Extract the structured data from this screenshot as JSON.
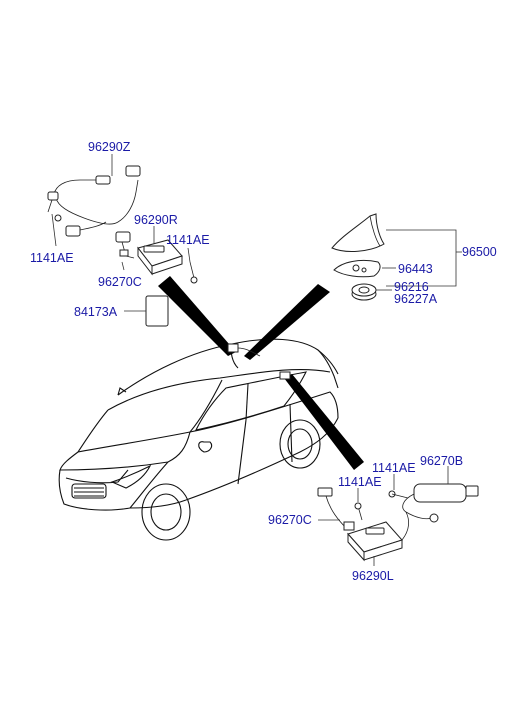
{
  "labels": {
    "p96290Z": "96290Z",
    "p1141AE_a": "1141AE",
    "p96290R": "96290R",
    "p1141AE_b": "1141AE",
    "p96270C_a": "96270C",
    "p84173A": "84173A",
    "p96500": "96500",
    "p96443": "96443",
    "p96216": "96216",
    "p96227A": "96227A",
    "p1141AE_c": "1141AE",
    "p96270B": "96270B",
    "p1141AE_d": "1141AE",
    "p96270C_b": "96270C",
    "p96290L": "96290L"
  },
  "colors": {
    "label": "#1a1aa6",
    "line": "#222222",
    "pointer": "#000000"
  }
}
